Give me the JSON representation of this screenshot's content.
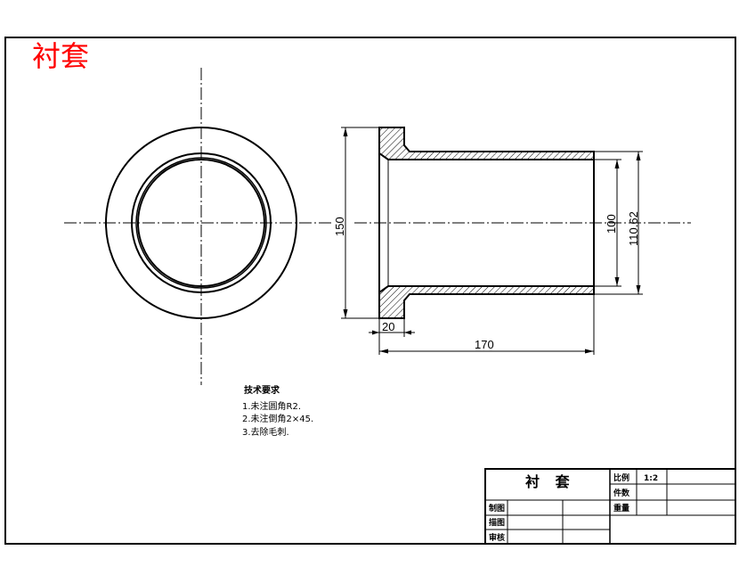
{
  "drawing_title": "衬套",
  "dimensions": {
    "flange_diameter": "150",
    "bore_diameter": "100",
    "outer_diameter": "110.62",
    "flange_thickness": "20",
    "total_length": "170"
  },
  "technical_requirements": {
    "heading": "技术要求",
    "items": [
      "1.未注圆角R2.",
      "2.未注倒角2×45.",
      "3.去除毛刺."
    ]
  },
  "title_block": {
    "part_name": "衬 套",
    "scale_label": "比例",
    "scale_value": "1:2",
    "quantity_label": "件数",
    "weight_label": "重量",
    "drawn_label": "制图",
    "traced_label": "描图",
    "checked_label": "审核"
  },
  "colors": {
    "title": "#ff0000",
    "line": "#000000",
    "hatch": "#000000"
  }
}
